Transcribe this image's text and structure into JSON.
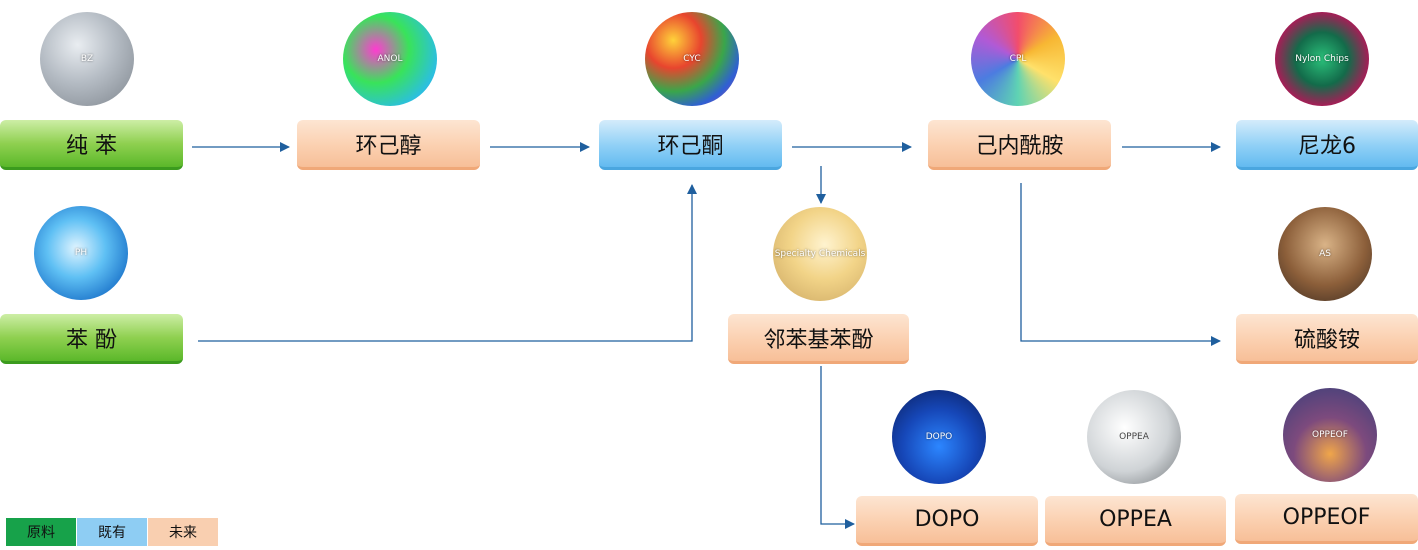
{
  "nodes": {
    "benzene": "纯 苯",
    "phenol": "苯 酚",
    "cyclohexanol": "环己醇",
    "cyclohexanone": "环己酮",
    "caprolactam": "己内酰胺",
    "nylon6": "尼龙6",
    "o_phenylphenol": "邻苯基苯酚",
    "ammonium_sulfate": "硫酸铵",
    "dopo": "DOPO",
    "oppea": "OPPEA",
    "oppeof": "OPPEOF"
  },
  "images": {
    "bz": "BZ",
    "anol": "ANOL",
    "cyc": "CYC",
    "cpl": "CPL",
    "nylon": "Nylon Chips",
    "ph": "PH",
    "specialty": "Specialty Chemicals",
    "as": "AS",
    "dopo": "DOPO",
    "oppea": "OPPEA",
    "oppeof": "OPPEOF"
  },
  "legend": {
    "raw": "原料",
    "existing": "既有",
    "future": "未来"
  },
  "colors": {
    "raw": "#17a24a",
    "existing": "#8ecdf3",
    "future": "#f9cfb0",
    "arrow": "#1f5f9e"
  }
}
